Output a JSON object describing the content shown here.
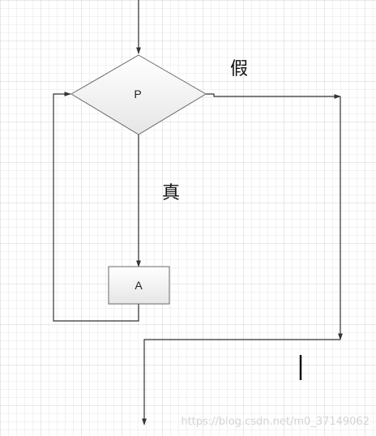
{
  "diagram": {
    "decision_label": "P",
    "process_label": "A",
    "false_label": "假",
    "true_label": "真"
  },
  "watermark": "https://blog.csdn.net/m0_37149062",
  "colors": {
    "grid_minor": "#e6e6e6",
    "grid_major": "#d2d2d2",
    "line": "#333333",
    "shape_border": "#6a6a6a",
    "shape_fill_top": "#ffffff",
    "shape_fill_bottom": "#e6e6e6"
  }
}
